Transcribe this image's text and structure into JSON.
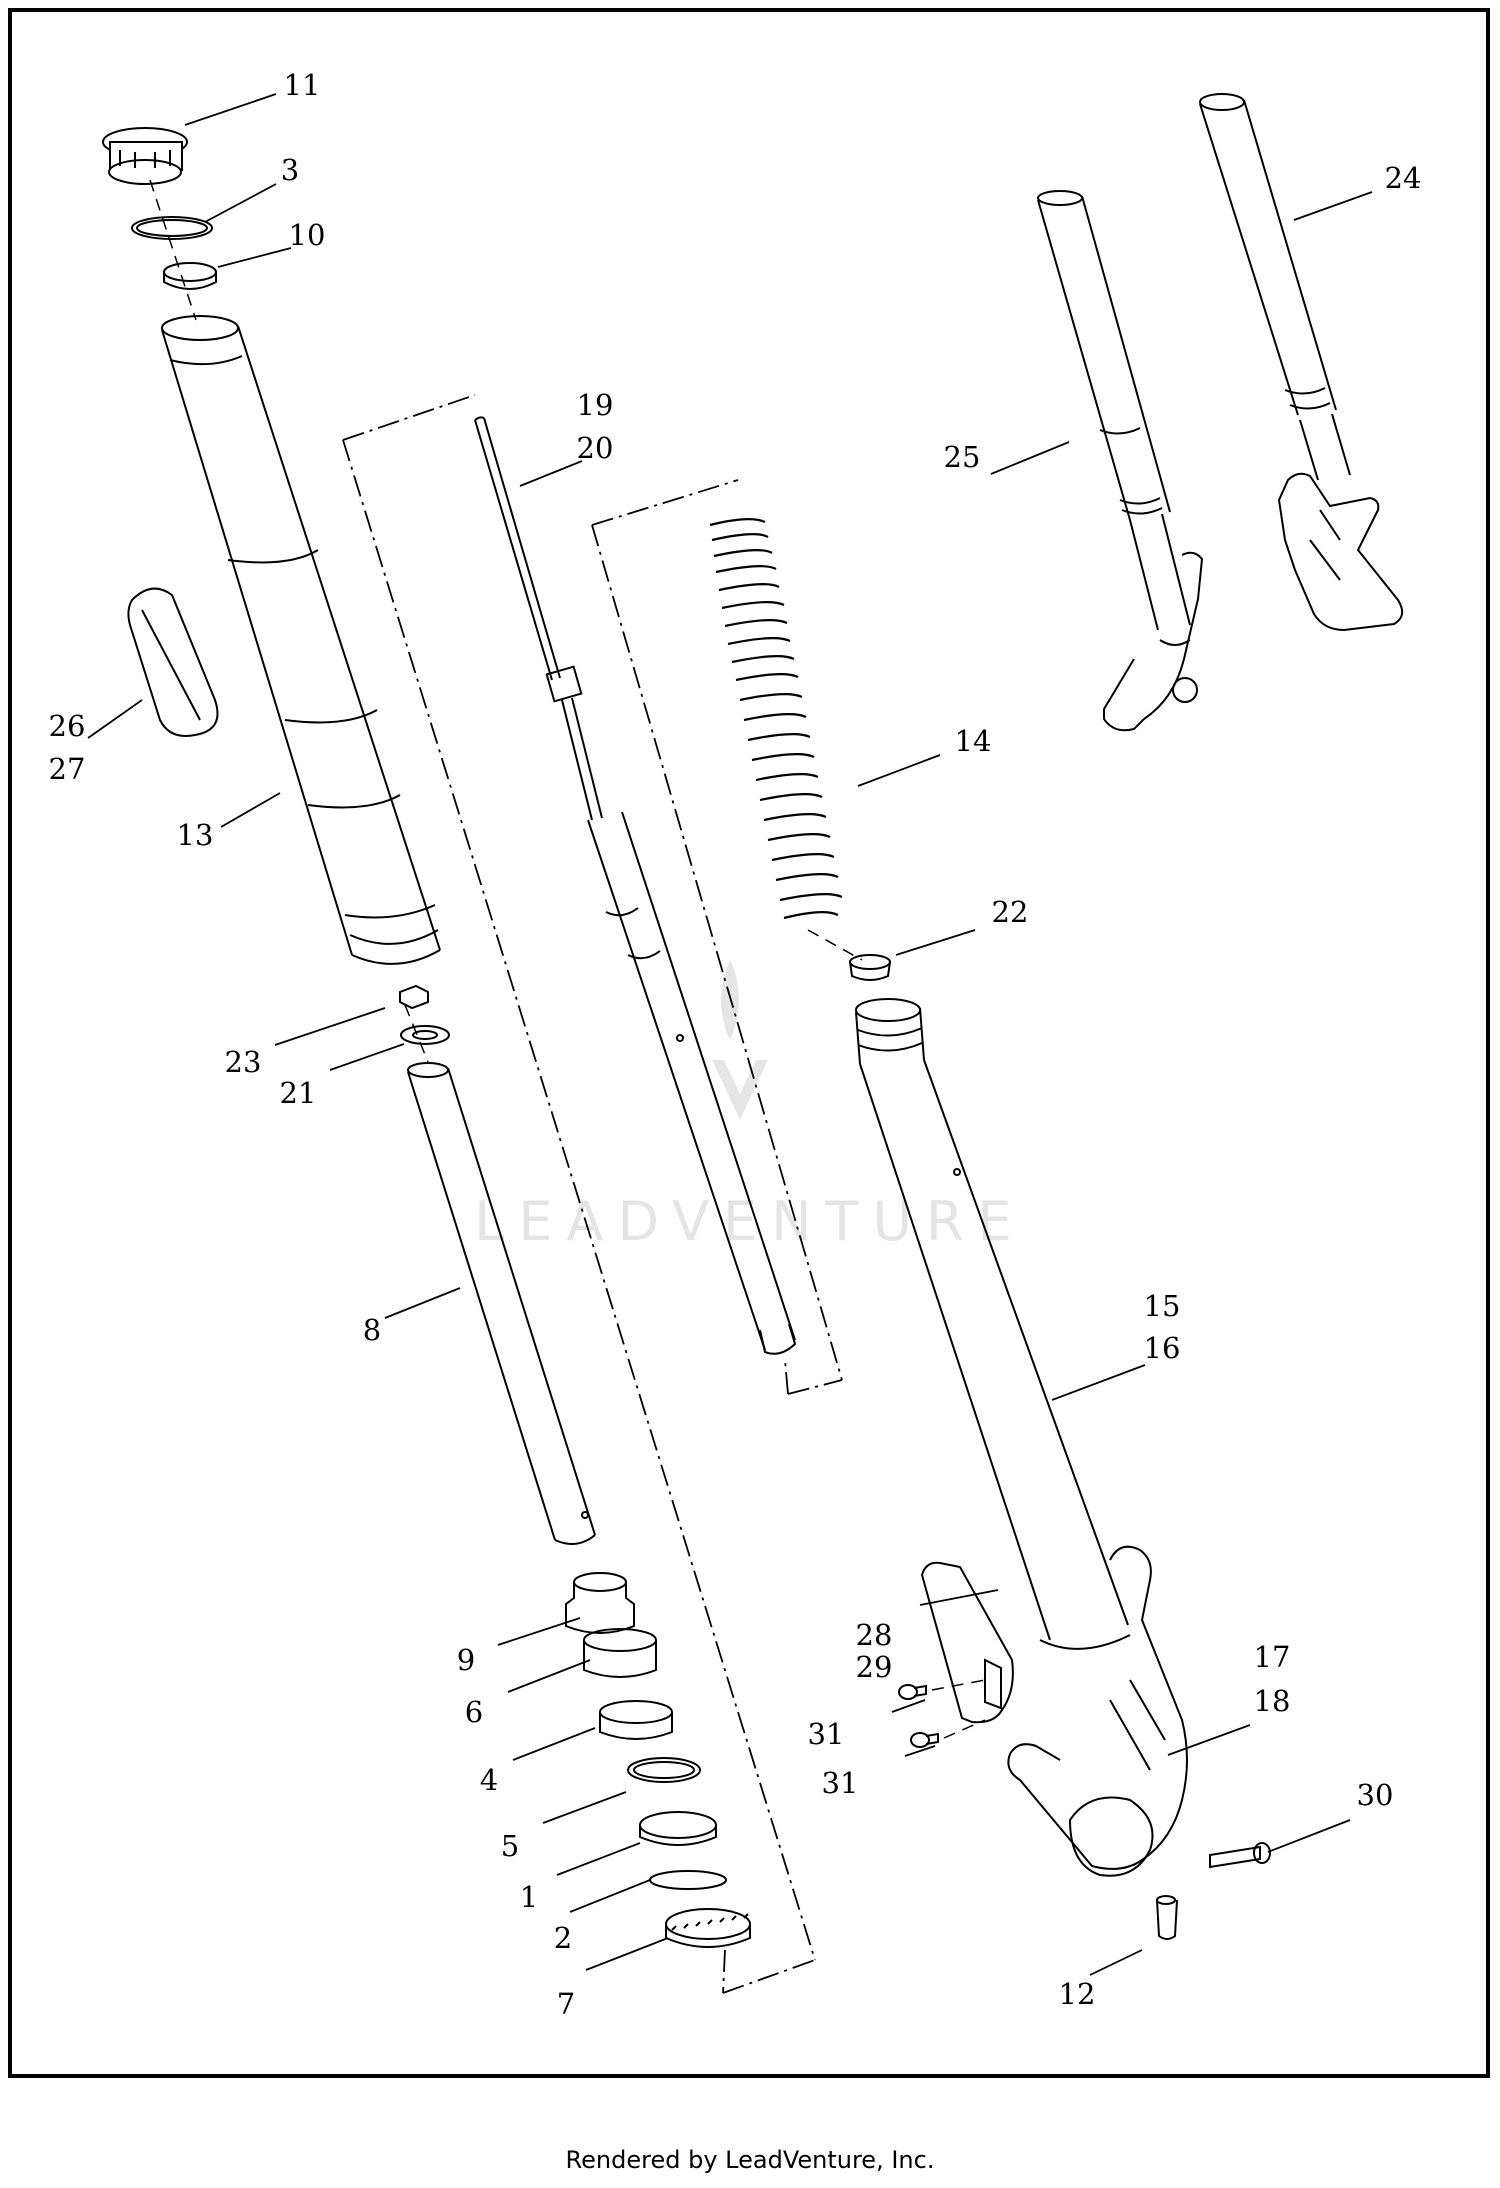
{
  "diagram": {
    "callouts": [
      {
        "id": "11",
        "label": "11"
      },
      {
        "id": "3",
        "label": "3"
      },
      {
        "id": "10",
        "label": "10"
      },
      {
        "id": "19",
        "label": "19"
      },
      {
        "id": "20",
        "label": "20"
      },
      {
        "id": "24",
        "label": "24"
      },
      {
        "id": "25",
        "label": "25"
      },
      {
        "id": "26",
        "label": "26"
      },
      {
        "id": "27",
        "label": "27"
      },
      {
        "id": "13",
        "label": "13"
      },
      {
        "id": "14",
        "label": "14"
      },
      {
        "id": "22",
        "label": "22"
      },
      {
        "id": "23",
        "label": "23"
      },
      {
        "id": "21",
        "label": "21"
      },
      {
        "id": "8",
        "label": "8"
      },
      {
        "id": "15",
        "label": "15"
      },
      {
        "id": "16",
        "label": "16"
      },
      {
        "id": "9",
        "label": "9"
      },
      {
        "id": "6",
        "label": "6"
      },
      {
        "id": "4",
        "label": "4"
      },
      {
        "id": "5",
        "label": "5"
      },
      {
        "id": "1",
        "label": "1"
      },
      {
        "id": "2",
        "label": "2"
      },
      {
        "id": "7",
        "label": "7"
      },
      {
        "id": "28",
        "label": "28"
      },
      {
        "id": "29",
        "label": "29"
      },
      {
        "id": "31a",
        "label": "31"
      },
      {
        "id": "31b",
        "label": "31"
      },
      {
        "id": "17",
        "label": "17"
      },
      {
        "id": "18",
        "label": "18"
      },
      {
        "id": "30",
        "label": "30"
      },
      {
        "id": "12",
        "label": "12"
      }
    ],
    "watermark": "LEADVENTURE"
  },
  "footer": {
    "text": "Rendered by LeadVenture, Inc."
  }
}
